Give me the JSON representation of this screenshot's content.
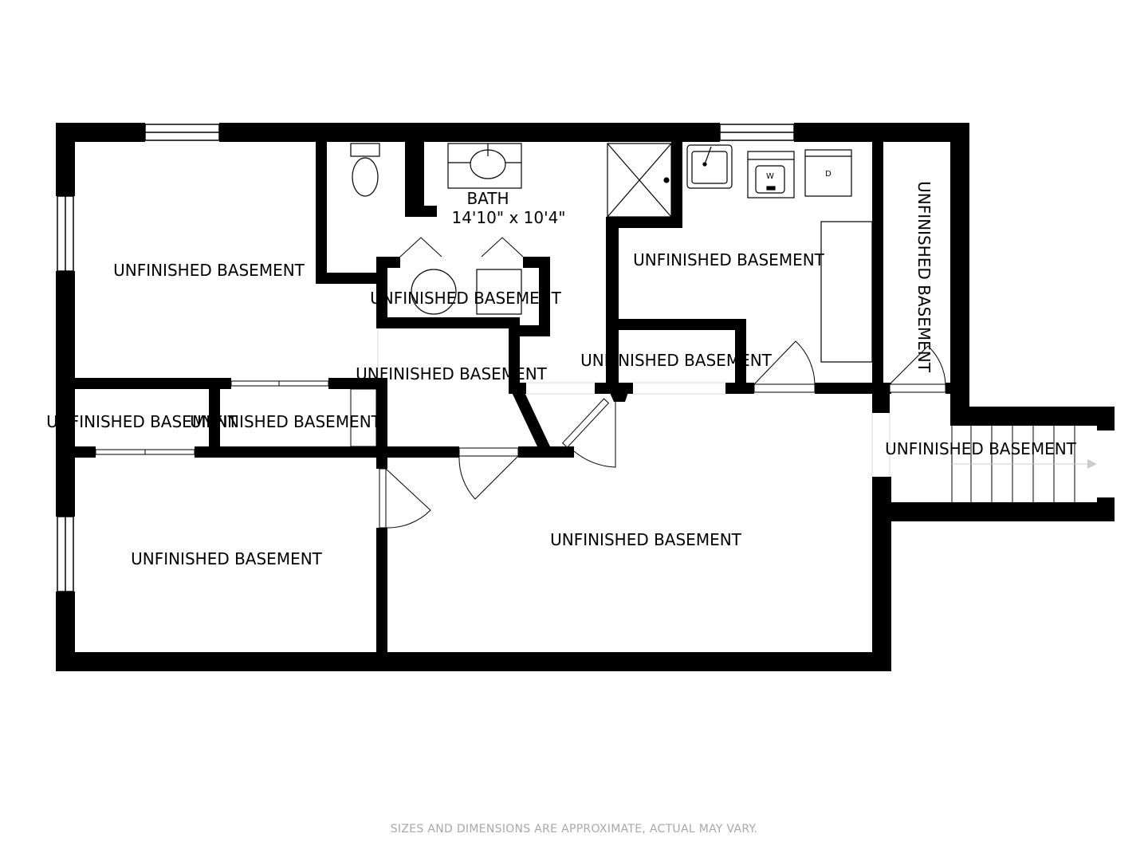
{
  "colors": {
    "wall": "#000000",
    "fixture": "#000000",
    "stair_arrow": "#cccccc",
    "disclaimer": "#a8a8a8"
  },
  "rooms": {
    "bath": {
      "name": "BATH",
      "dimensions": "14'10\" x 10'4\""
    },
    "unfinished_nw": "UNFINISHED BASEMENT",
    "unfinished_center_small": "UNFINISHED BASEMENT",
    "unfinished_laundry": "UNFINISHED BASEMENT",
    "unfinished_east_vertical": "UNFINISHED BASEMENT",
    "unfinished_hall": "UNFINISHED BASEMENT",
    "unfinished_mid_right": "UNFINISHED BASEMENT",
    "unfinished_west_closet_a": "UNFINISHED BASEMENT",
    "unfinished_west_closet_b": "UNFINISHED BASEMENT",
    "unfinished_stair": "UNFINISHED BASEMENT",
    "unfinished_main": "UNFINISHED BASEMENT",
    "unfinished_sw": "UNFINISHED BASEMENT"
  },
  "appliances": {
    "washer": "W",
    "dryer": "D"
  },
  "icons": [
    "toilet-icon",
    "sink-icon",
    "shower-icon",
    "washer-icon",
    "dryer-icon",
    "laundry-sink-icon",
    "stair-arrow-icon"
  ],
  "disclaimer": "SIZES AND DIMENSIONS ARE APPROXIMATE, ACTUAL MAY VARY."
}
